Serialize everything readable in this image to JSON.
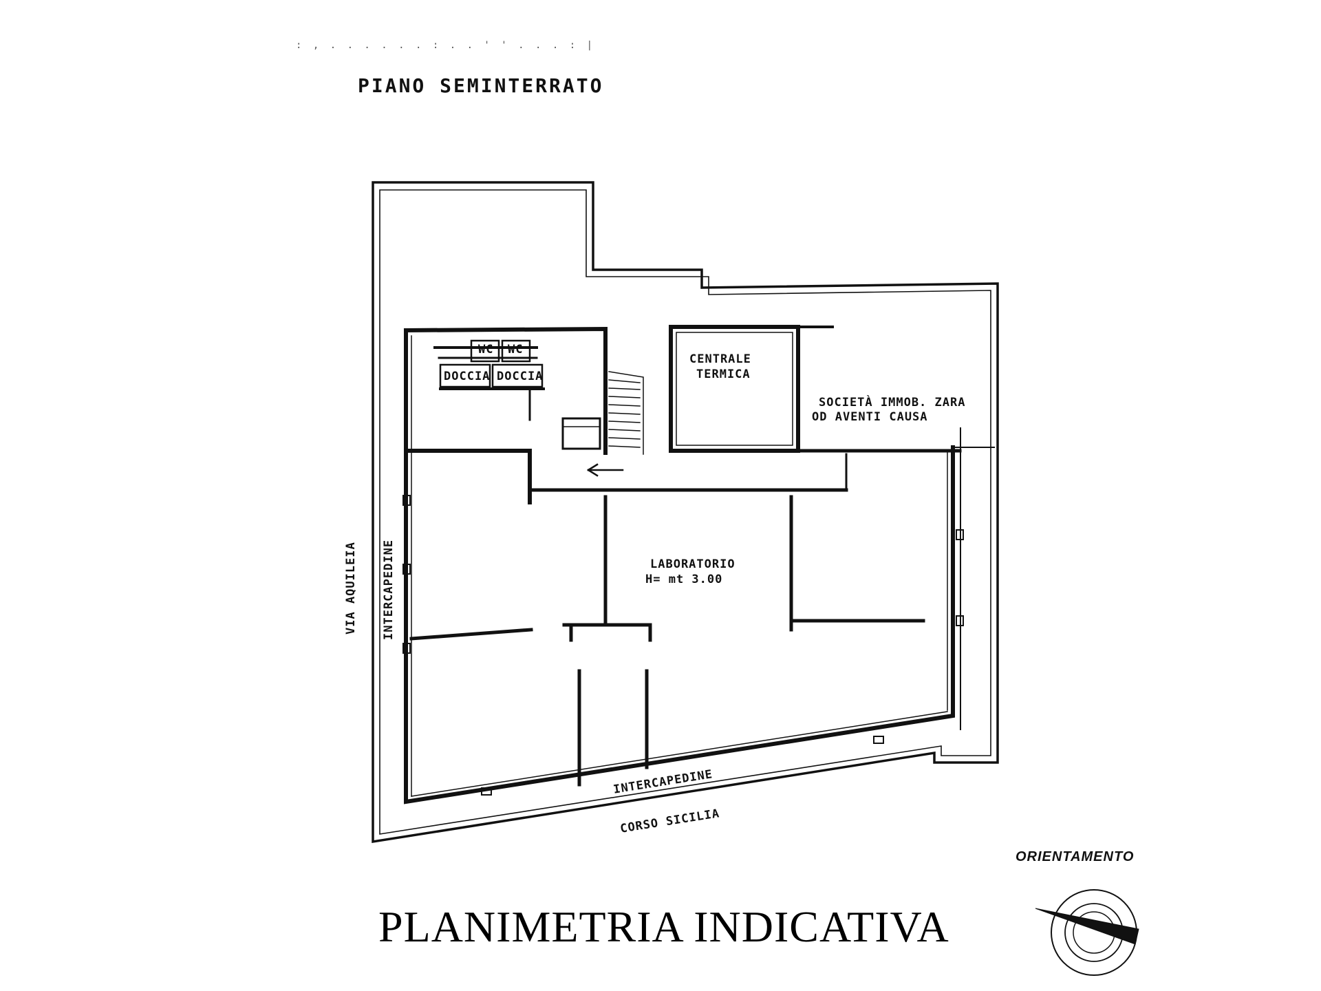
{
  "header": {
    "scan_mark": ": ,   .   .   .   .  .  .  :   .  .  '  ' .  . . : |",
    "floor_title": "PIANO SEMINTERRATO"
  },
  "rooms": {
    "wc_1": "WC",
    "wc_2": "WC",
    "doccia_1": "DOCCIA",
    "doccia_2": "DOCCIA",
    "centrale_line1": "CENTRALE",
    "centrale_line2": "TERMICA",
    "societa_line1": "SOCIETÀ IMMOB. ZARA",
    "societa_line2": "OD AVENTI CAUSA",
    "laboratorio": "LABORATORIO",
    "height": "H= mt 3.00"
  },
  "streets": {
    "via_aquileia": "VIA AQUILEIA",
    "intercapedine_left": "INTERCAPEDINE",
    "intercapedine_bottom": "INTERCAPEDINE",
    "corso_sicilia": "CORSO SICILIA"
  },
  "footer": {
    "main_title": "PLANIMETRIA INDICATIVA",
    "orientation_label": "ORIENTAMENTO"
  },
  "colors": {
    "ink": "#111111",
    "paper": "#ffffff"
  },
  "icons": {
    "compass": "compass-rose-icon",
    "stairs": "staircase-icon",
    "entry_arrow": "arrow-left-icon"
  }
}
